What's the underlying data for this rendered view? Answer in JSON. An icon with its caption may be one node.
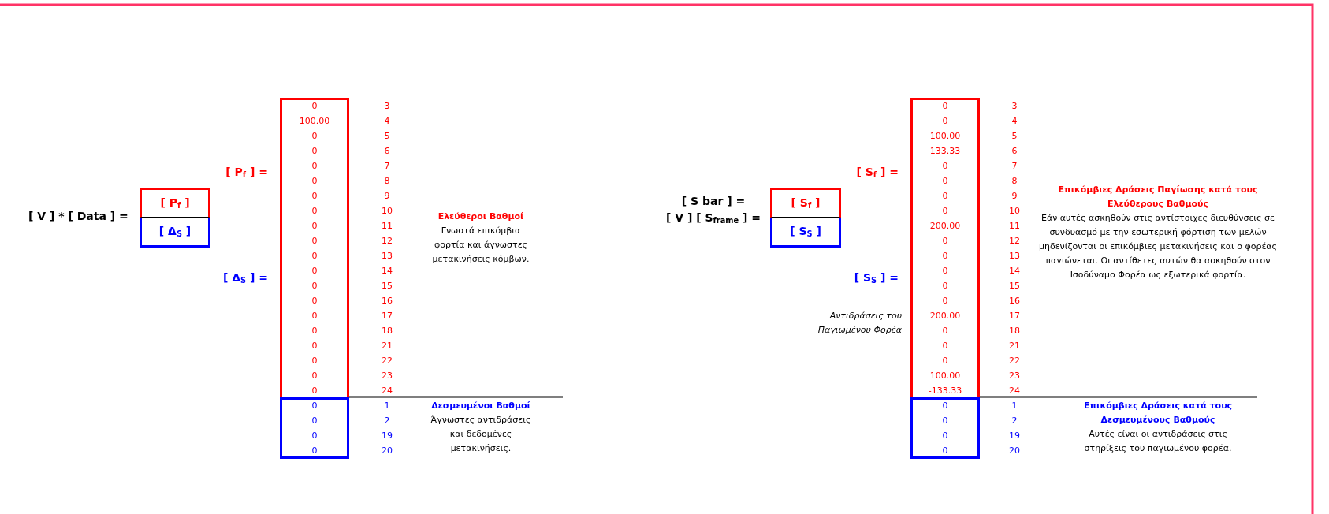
{
  "diagram": {
    "nodes": [
      {
        "text": [
          "[ P$_{f}$ ]"
        ]
      },
      {
        "text": [
          "[ Δ$_{S}$ ]"
        ]
      },
      {
        "text": [
          "0",
          "100.00",
          "0",
          "0",
          "0",
          "0",
          "0",
          "0",
          "0",
          "0",
          "0",
          "0",
          "0",
          "0",
          "0",
          "0",
          "0",
          "0",
          "0",
          "0"
        ],
        "beside": [
          "3",
          "4",
          "5",
          "6",
          "7",
          "8",
          "9",
          "10",
          "11",
          "12",
          "13",
          "14",
          "15",
          "16",
          "17",
          "18",
          "21",
          "22",
          "23",
          "24"
        ]
      },
      {
        "text": [
          "0",
          "0",
          "0",
          "0"
        ],
        "beside": [
          "1",
          "2",
          "19",
          "20"
        ]
      },
      {
        "text": [
          "[ S$_{f}$ ]"
        ]
      },
      {
        "text": [
          "[ S$_{S}$ ]"
        ]
      },
      {
        "text": [
          "0",
          "0",
          "100.00",
          "133.33",
          "0",
          "0",
          "0",
          "0",
          "200.00",
          "0",
          "0",
          "0",
          "0",
          "0",
          "200.00",
          "0",
          "0",
          "0",
          "100.00",
          "-133.33"
        ],
        "beside": [
          "3",
          "4",
          "5",
          "6",
          "7",
          "8",
          "9",
          "10",
          "11",
          "12",
          "13",
          "14",
          "15",
          "16",
          "17",
          "18",
          "21",
          "22",
          "23",
          "24"
        ]
      },
      {
        "text": [
          "0",
          "0",
          "0",
          "0"
        ],
        "beside": [
          "1",
          "2",
          "19",
          "20"
        ]
      }
    ],
    "edges": [],
    "labels": [
      "[ V ] * [ Data ] =",
      "[ P$_{f}$ ] =",
      "[ Δ$_{S}$ ] =",
      "Ελεύθεροι Βαθμοί",
      "Γνωστά επικόμβια φορτία και άγνωστες μετακινήσεις κόμβων.",
      "Δεσμευμένοι Βαθμοί",
      "Άγνωστες αντιδράσεις και δεδομένες μετακινήσεις.",
      "[ S bar ] =",
      "[ V ] [ S$_{frame}$ ] =",
      "[ S$_{f}$ ] =",
      "[ S$_{S}$ ] =",
      "Αντιδράσεις του Παγιωμένου Φορέα",
      "Επικόμβιες Δράσεις Παγίωσης κατά τους Ελεύθερους Βαθμούς",
      "Εάν αυτές ασκηθούν στις αντίστοιχες διευθύνσεις σε συνδυασμό με την εσωτερική φόρτιση των μελών μηδενίζονται οι επικόμβιες μετακινήσεις και ο φορέας παγιώνεται. Οι αντίθετες αυτών θα ασκηθούν στον Ισοδύναμο Φορέα ως εξωτερικά φορτία.",
      "Επικόμβιες Δράσεις κατά τους Δεσμευμένους Βαθμούς",
      "Αυτές είναι οι αντιδράσεις στις στηρίξεις του παγιωμένου φορέα."
    ]
  }
}
